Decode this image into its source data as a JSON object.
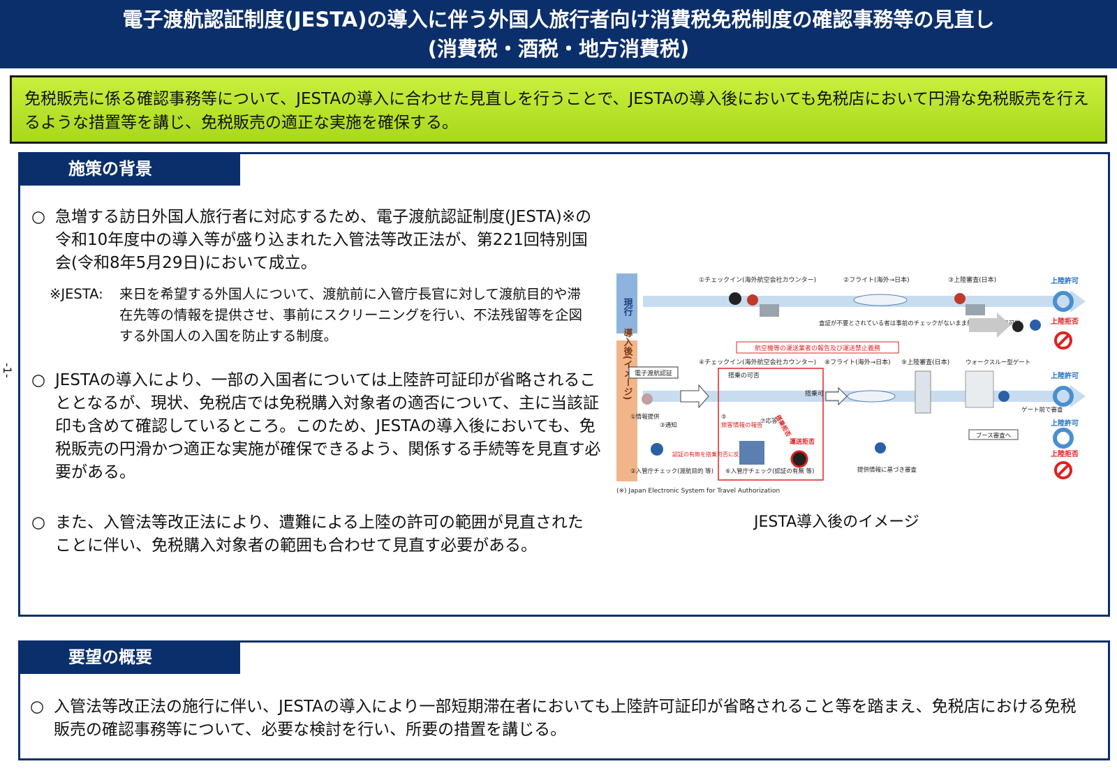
{
  "header": {
    "title_line1": "電子渡航認証制度(JESTA)の導入に伴う外国人旅行者向け消費税免税制度の確認事務等の見直し",
    "title_line2": "(消費税・酒税・地方消費税)"
  },
  "summary": {
    "text": "免税販売に係る確認事務等について、JESTAの導入に合わせた見直しを行うことで、JESTAの導入後においても免税店において円滑な免税販売を行えるような措置等を講じ、免税販売の適正な実施を確保する。"
  },
  "background_section": {
    "tab_label": "施策の背景",
    "bullet_mark": "○",
    "bullet1": "急増する訪日外国人旅行者に対応するため、電子渡航認証制度(JESTA)※の令和10年度中の導入等が盛り込まれた入管法等改正法が、第221回特別国会(令和8年5月29日)において成立。",
    "note_head": "※JESTA:",
    "note_body": "来日を希望する外国人について、渡航前に入管庁長官に対して渡航目的や滞在先等の情報を提供させ、事前にスクリーニングを行い、不法残留等を企図する外国人の入国を防止する制度。",
    "bullet2": "JESTAの導入により、一部の入国者については上陸許可証印が省略されることとなるが、現状、免税店では免税購入対象者の適否について、主に当該証印も含めて確認しているところ。このため、JESTAの導入後においても、免税販売の円滑かつ適正な実施が確保できるよう、関係する手続等を見直す必要がある。",
    "bullet3": "また、入管法等改正法により、遭難による上陸の許可の範囲が見直されたことに伴い、免税購入対象者の範囲も合わせて見直す必要がある。",
    "side_number": "-1-"
  },
  "diagram": {
    "row_current": "現行",
    "row_after": "導入後(イメージ)",
    "cur_step1": "①チェックイン(海外航空会社カウンター)",
    "cur_step2": "②フライト(海外→日本)",
    "cur_step3": "③上陸審査(日本)",
    "cur_note": "査証が不要とされている者は事前のチェックがないまま航空機等に搭乗可能",
    "land_permit": "上陸許可",
    "land_refuse": "上陸拒否",
    "obligation": "航空機等の運送業者の報告及び運送禁止義務",
    "esys": "電子渡航認証",
    "aft_step4": "④チェックイン(海外航空会社カウンター)",
    "boarding": "搭乗の可否",
    "aft_step8": "⑧フライト(海外→日本)",
    "aft_step9": "⑨上陸審査(日本)",
    "walkthrough": "ウォークスルー型ゲート",
    "gate_front": "ゲート前で審査",
    "booth": "ブース審査へ",
    "board_ok": "搭乗可",
    "info1": "①情報提供",
    "notify3": "③通知",
    "reflect": "認証の有無を搭乗可否に反映",
    "pax_report": "旅客情報の報告",
    "step5": "⑤",
    "step7": "⑦応答",
    "board_refuse": "搭乗拒否",
    "transport_refuse": "運送拒否",
    "check2": "②入管庁チェック(渡航目的 等)",
    "check6": "⑥入管庁チェック(認証の有無 等)",
    "review": "提供情報に基づき審査",
    "footnote": "(※) Japan Electronic System for Travel Authorization",
    "caption": "JESTA導入後のイメージ"
  },
  "request_section": {
    "tab_label": "要望の概要",
    "bullet_mark": "○",
    "text": "入管法等改正法の施行に伴い、JESTAの導入により一部短期滞在者においても上陸許可証印が省略されること等を踏まえ、免税店における免税販売の確認事務等について、必要な検討を行い、所要の措置を講じる。"
  },
  "colors": {
    "navy": "#0b2f6b",
    "lime": "#b5e02a",
    "lane": "#c7dcef",
    "current_row": "#8fb3df",
    "after_row": "#f2b58a",
    "red": "#e02020"
  }
}
